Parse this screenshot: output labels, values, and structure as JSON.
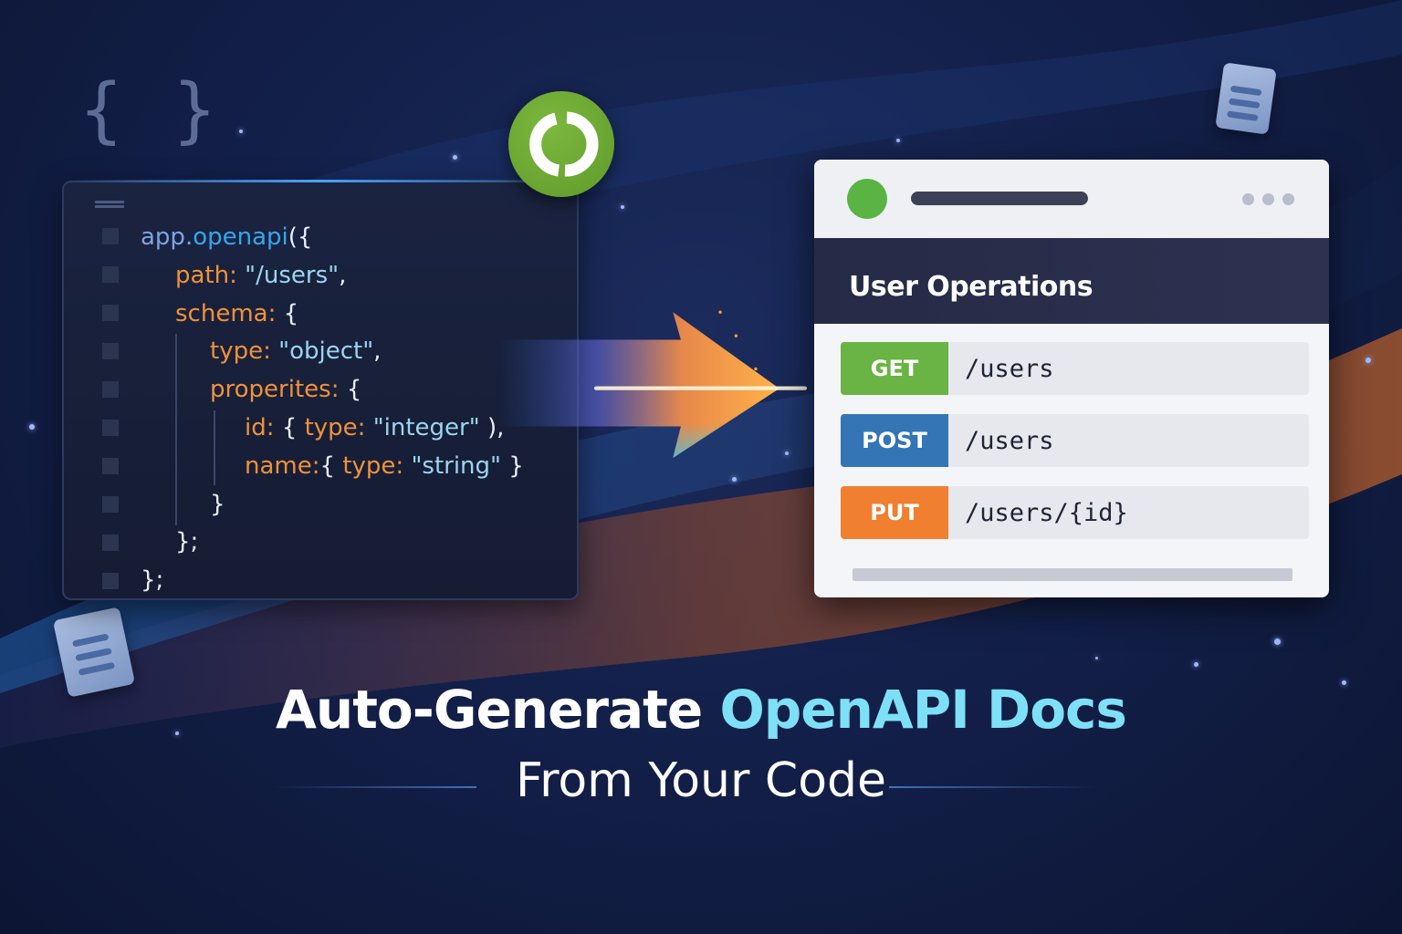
{
  "background": {
    "colors": {
      "base": "#13204a",
      "wave_blue": "#1f5fa8",
      "wave_orange": "#b85a22",
      "star": "#9fb8ff"
    }
  },
  "decor": {
    "braces_icon": "{ }",
    "sync_badge_color": "#6aa833"
  },
  "code_editor": {
    "lines": [
      {
        "indent": 0,
        "parts": [
          {
            "t": "app",
            "c": "obj"
          },
          {
            "t": ".",
            "c": "obj"
          },
          {
            "t": "openapi",
            "c": "fn"
          },
          {
            "t": "({",
            "c": "p"
          }
        ]
      },
      {
        "indent": 1,
        "parts": [
          {
            "t": "path",
            "c": "k"
          },
          {
            "t": ": ",
            "c": "k"
          },
          {
            "t": "\"/users\"",
            "c": "s"
          },
          {
            "t": ",",
            "c": "p"
          }
        ]
      },
      {
        "indent": 1,
        "parts": [
          {
            "t": "schema",
            "c": "k"
          },
          {
            "t": ": ",
            "c": "k"
          },
          {
            "t": "{",
            "c": "p"
          }
        ]
      },
      {
        "indent": 2,
        "parts": [
          {
            "t": "type",
            "c": "k"
          },
          {
            "t": ": ",
            "c": "k"
          },
          {
            "t": "\"object\"",
            "c": "s"
          },
          {
            "t": ",",
            "c": "p"
          }
        ]
      },
      {
        "indent": 2,
        "parts": [
          {
            "t": "properites",
            "c": "k"
          },
          {
            "t": ": ",
            "c": "k"
          },
          {
            "t": "{",
            "c": "p"
          }
        ]
      },
      {
        "indent": 3,
        "parts": [
          {
            "t": "id",
            "c": "k"
          },
          {
            "t": ": ",
            "c": "k"
          },
          {
            "t": "{ ",
            "c": "p"
          },
          {
            "t": "type",
            "c": "k"
          },
          {
            "t": ": ",
            "c": "k"
          },
          {
            "t": "\"integer\"",
            "c": "s"
          },
          {
            "t": " ),",
            "c": "p"
          }
        ]
      },
      {
        "indent": 3,
        "parts": [
          {
            "t": "name",
            "c": "k"
          },
          {
            "t": ":",
            "c": "k"
          },
          {
            "t": "{ ",
            "c": "p"
          },
          {
            "t": "type",
            "c": "k"
          },
          {
            "t": ": ",
            "c": "k"
          },
          {
            "t": "\"string\"",
            "c": "s"
          },
          {
            "t": " }",
            "c": "p"
          }
        ]
      },
      {
        "indent": 2,
        "parts": [
          {
            "t": "}",
            "c": "p"
          }
        ]
      },
      {
        "indent": 1,
        "parts": [
          {
            "t": "};",
            "c": "p"
          }
        ]
      },
      {
        "indent": 0,
        "parts": [
          {
            "t": "};",
            "c": "p"
          }
        ]
      }
    ]
  },
  "docs_window": {
    "title": "User Operations",
    "operations": [
      {
        "method": "GET",
        "path": "/users",
        "color": "#6ab445"
      },
      {
        "method": "POST",
        "path": "/users",
        "color": "#3475b5"
      },
      {
        "method": "PUT",
        "path": "/users/{id}",
        "color": "#f07f30"
      }
    ]
  },
  "headline": {
    "part1": "Auto-Generate ",
    "accent": "OpenAPI Docs",
    "subtitle": "From Your Code"
  }
}
